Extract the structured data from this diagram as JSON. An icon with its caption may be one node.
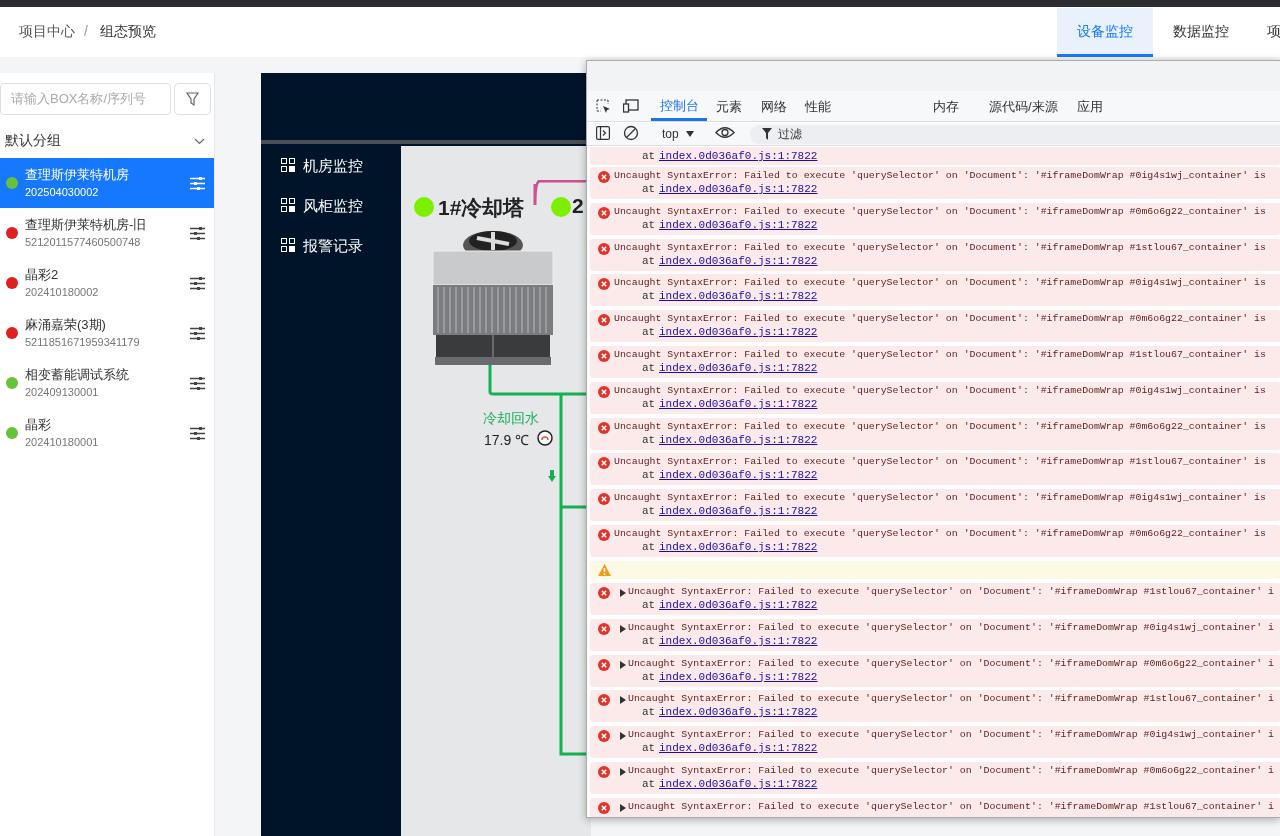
{
  "diagram": {
    "labels": [
      "项目中心",
      "/",
      "组态预览",
      "设备监控",
      "数据监控",
      "项",
      "请输入BOX名称/序列号",
      "默认分组",
      "查理斯伊莱特机房",
      "202504030002",
      "查理斯伊莱特机房-旧",
      "5212011577460500748",
      "晶彩2",
      "202410180002",
      "麻涌嘉荣(3期)",
      "5211851671959341179",
      "相变蓄能调试系统",
      "202409130001",
      "晶彩",
      "202410180001",
      "机房监控",
      "风柜监控",
      "报警记录",
      "1#冷却塔",
      "2",
      "冷却回水",
      "17.9 ℃",
      "控制台",
      "元素",
      "网络",
      "性能",
      "内存",
      "源代码/来源",
      "应用",
      "top",
      "过滤",
      "at",
      "index.0d036af0.js:1:7822",
      "Uncaught SyntaxError: Failed to execute 'querySelector' on 'Document': '#iframeDomWrap #0ig4s1wj_container' is",
      "at",
      "index.0d036af0.js:1:7822",
      "Uncaught SyntaxError: Failed to execute 'querySelector' on 'Document': '#iframeDomWrap #0m6o6g22_container' is",
      "at",
      "index.0d036af0.js:1:7822",
      "Uncaught SyntaxError: Failed to execute 'querySelector' on 'Document': '#iframeDomWrap #1stlou67_container' is",
      "at",
      "index.0d036af0.js:1:7822",
      "Uncaught SyntaxError: Failed to execute 'querySelector' on 'Document': '#iframeDomWrap #0ig4s1wj_container' is",
      "at",
      "index.0d036af0.js:1:7822",
      "Uncaught SyntaxError: Failed to execute 'querySelector' on 'Document': '#iframeDomWrap #0m6o6g22_container' is",
      "at",
      "index.0d036af0.js:1:7822",
      "Uncaught SyntaxError: Failed to execute 'querySelector' on 'Document': '#iframeDomWrap #1stlou67_container' is",
      "at",
      "index.0d036af0.js:1:7822",
      "Uncaught SyntaxError: Failed to execute 'querySelector' on 'Document': '#iframeDomWrap #0ig4s1wj_container' is",
      "at",
      "index.0d036af0.js:1:7822",
      "Uncaught SyntaxError: Failed to execute 'querySelector' on 'Document': '#iframeDomWrap #0m6o6g22_container' is",
      "at",
      "index.0d036af0.js:1:7822",
      "Uncaught SyntaxError: Failed to execute 'querySelector' on 'Document': '#iframeDomWrap #1stlou67_container' is",
      "at",
      "index.0d036af0.js:1:7822",
      "Uncaught SyntaxError: Failed to execute 'querySelector' on 'Document': '#iframeDomWrap #0ig4s1wj_container' is",
      "at",
      "index.0d036af0.js:1:7822",
      "Uncaught SyntaxError: Failed to execute 'querySelector' on 'Document': '#iframeDomWrap #0m6o6g22_container' is",
      "at",
      "index.0d036af0.js:1:7822",
      "Uncaught SyntaxError: Failed to execute 'querySelector' on 'Document': '#iframeDomWrap #1stlou67_container' i",
      "at",
      "index.0d036af0.js:1:7822",
      "Uncaught SyntaxError: Failed to execute 'querySelector' on 'Document': '#iframeDomWrap #0ig4s1wj_container' i",
      "at",
      "index.0d036af0.js:1:7822",
      "Uncaught SyntaxError: Failed to execute 'querySelector' on 'Document': '#iframeDomWrap #0m6o6g22_container' i",
      "at",
      "index.0d036af0.js:1:7822",
      "Uncaught SyntaxError: Failed to execute 'querySelector' on 'Document': '#iframeDomWrap #1stlou67_container' i",
      "at",
      "index.0d036af0.js:1:7822",
      "Uncaught SyntaxError: Failed to execute 'querySelector' on 'Document': '#iframeDomWrap #0ig4s1wj_container' i",
      "at",
      "index.0d036af0.js:1:7822",
      "Uncaught SyntaxError: Failed to execute 'querySelector' on 'Document': '#iframeDomWrap #0m6o6g22_container' i",
      "at",
      "index.0d036af0.js:1:7822",
      "Uncaught SyntaxError: Failed to execute 'querySelector' on 'Document': '#iframeDomWrap #1stlou67_container' i"
    ]
  }
}
